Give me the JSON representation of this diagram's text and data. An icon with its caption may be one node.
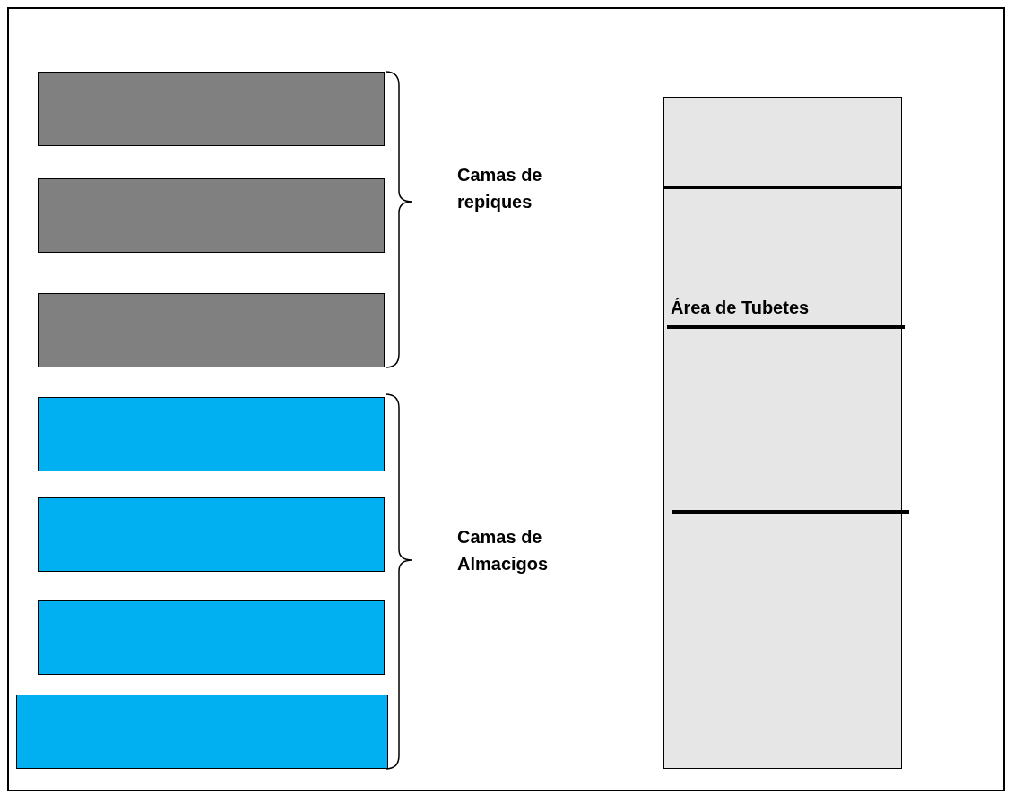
{
  "diagram": {
    "nodes": [
      {
        "text": [],
        "shape": "box"
      },
      {
        "text": [],
        "shape": "box"
      },
      {
        "text": [],
        "shape": "box"
      },
      {
        "text": [],
        "shape": "box"
      },
      {
        "text": [],
        "shape": "box"
      },
      {
        "text": [],
        "shape": "box"
      },
      {
        "text": [],
        "shape": "box"
      },
      {
        "text": [
          "Área de Tubetes"
        ]
      }
    ],
    "edges": [],
    "labels": [
      "Camas de repiques",
      "Camas de Almacigos"
    ]
  }
}
